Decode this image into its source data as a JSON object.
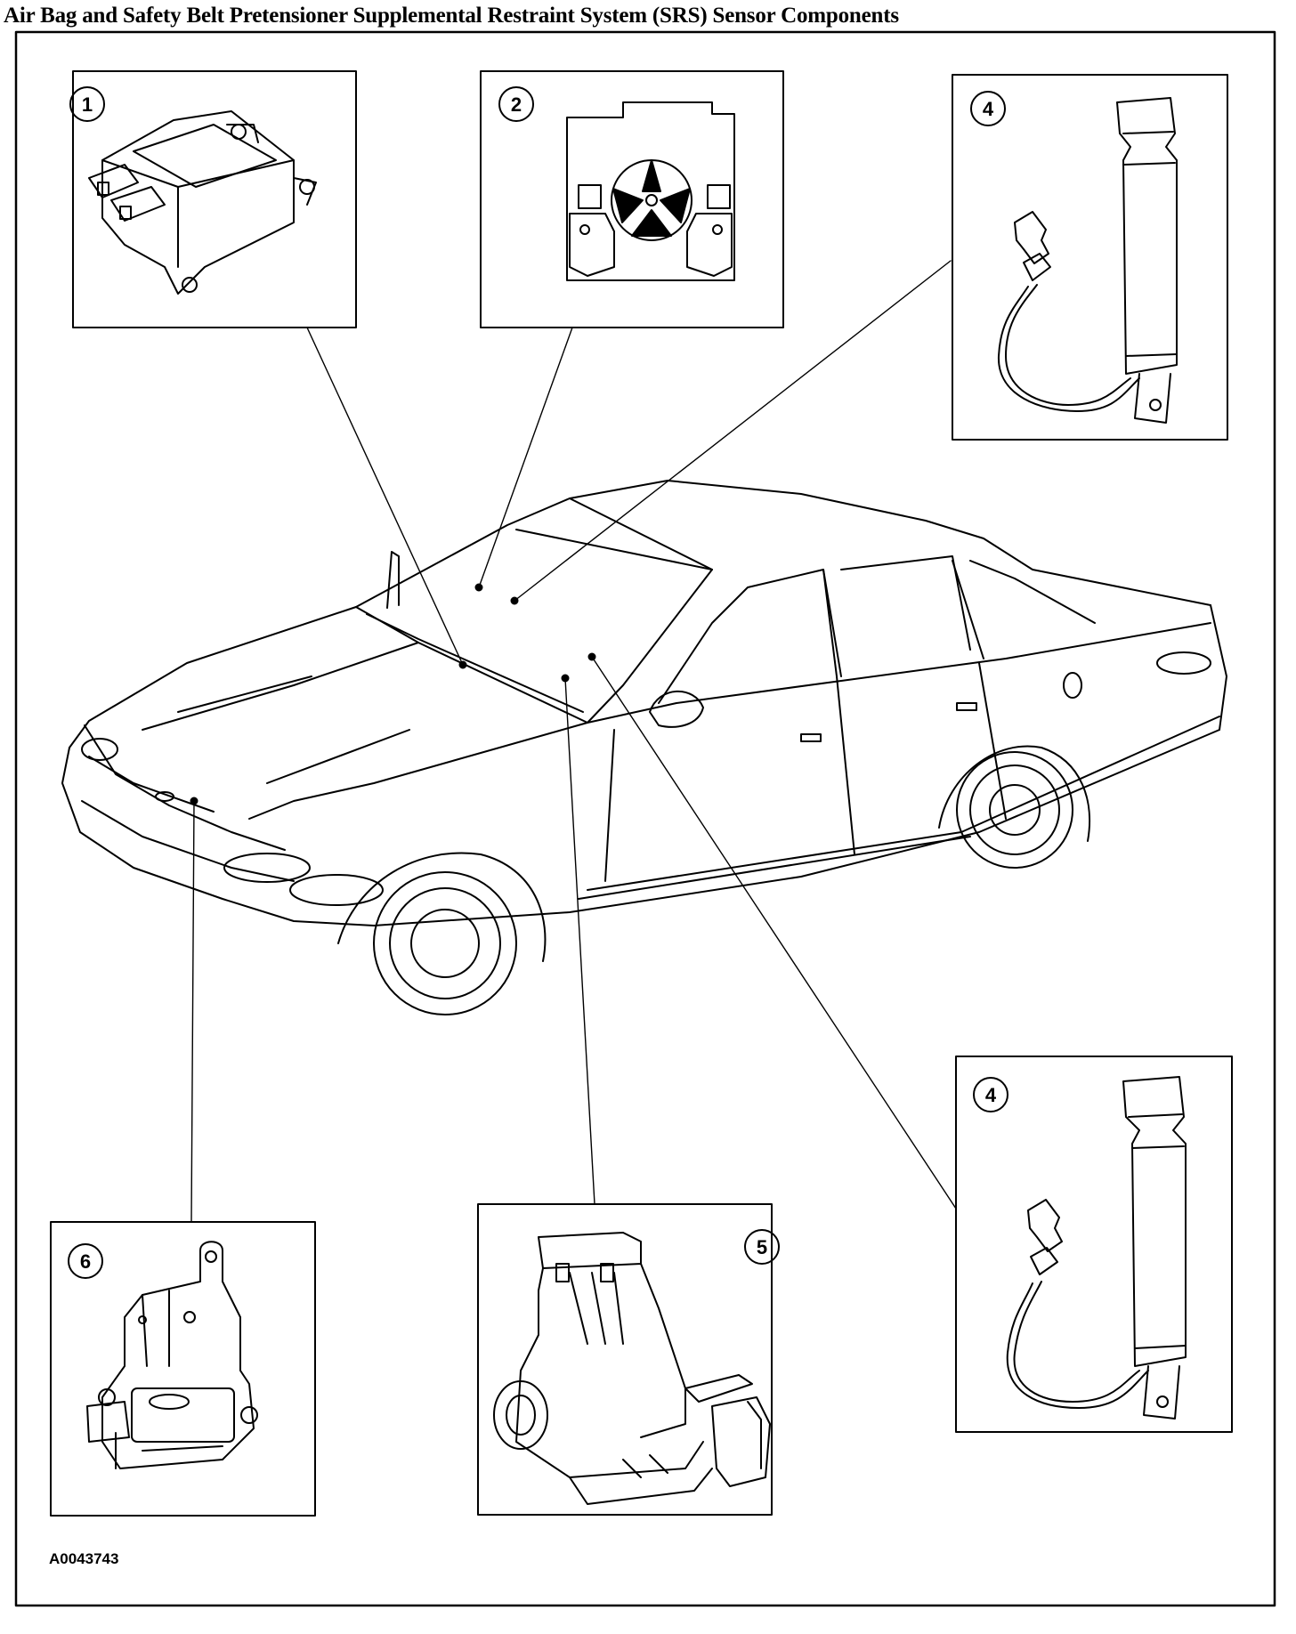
{
  "title": "Air Bag and Safety Belt Pretensioner Supplemental Restraint System (SRS) Sensor Components",
  "figure_id": "A0043743",
  "callouts": {
    "c1": "1",
    "c2": "2",
    "c4a": "4",
    "c4b": "4",
    "c5": "5",
    "c6": "6"
  }
}
